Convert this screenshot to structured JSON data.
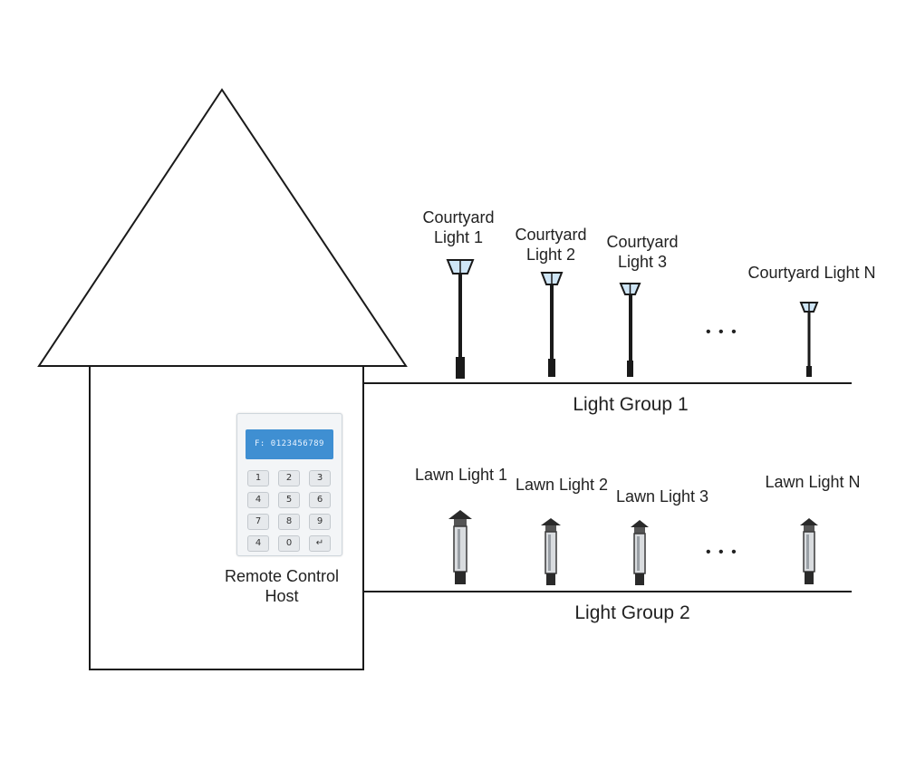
{
  "remote": {
    "label_line1": "Remote Control",
    "label_line2": "Host",
    "display_text": "F: 0123456789",
    "keys": [
      "1",
      "2",
      "3",
      "4",
      "5",
      "6",
      "7",
      "8",
      "9",
      "4",
      "0",
      "↵"
    ]
  },
  "group1": {
    "label": "Light Group 1",
    "lights": [
      {
        "line1": "Courtyard",
        "line2": "Light 1"
      },
      {
        "line1": "Courtyard",
        "line2": "Light 2"
      },
      {
        "line1": "Courtyard",
        "line2": "Light 3"
      },
      {
        "line1": "Courtyard Light N",
        "line2": ""
      }
    ]
  },
  "group2": {
    "label": "Light Group 2",
    "lights": [
      {
        "name": "Lawn Light 1"
      },
      {
        "name": "Lawn Light 2"
      },
      {
        "name": "Lawn Light 3"
      },
      {
        "name": "Lawn Light N"
      }
    ]
  },
  "ellipsis": "• • •",
  "colors": {
    "line": "#1a1a1a",
    "lamp_glass": "#cfe6f7",
    "screen": "#3f8fd2"
  }
}
